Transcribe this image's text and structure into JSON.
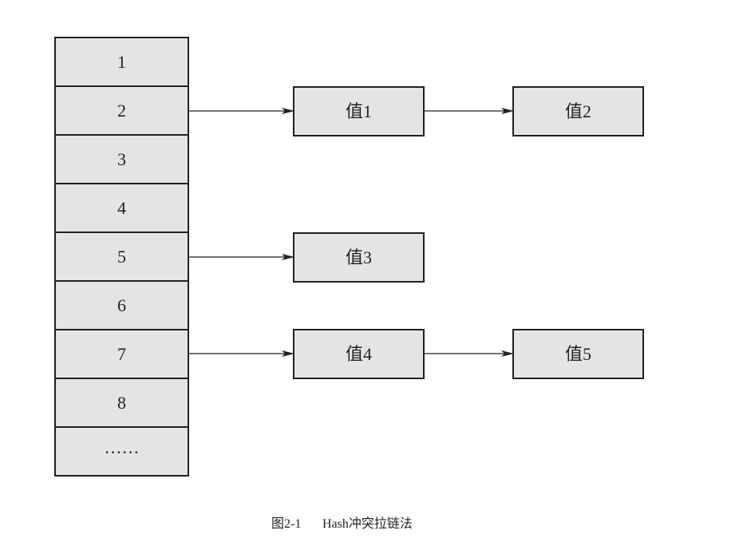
{
  "hash_table": {
    "slots": [
      "1",
      "2",
      "3",
      "4",
      "5",
      "6",
      "7",
      "8",
      "……"
    ]
  },
  "chains": [
    {
      "nodes": [
        "值1",
        "值2"
      ]
    },
    {
      "nodes": [
        "值3"
      ]
    },
    {
      "nodes": [
        "值4",
        "值5"
      ]
    }
  ],
  "caption": {
    "number": "图2-1",
    "title": "Hash冲突拉链法"
  }
}
